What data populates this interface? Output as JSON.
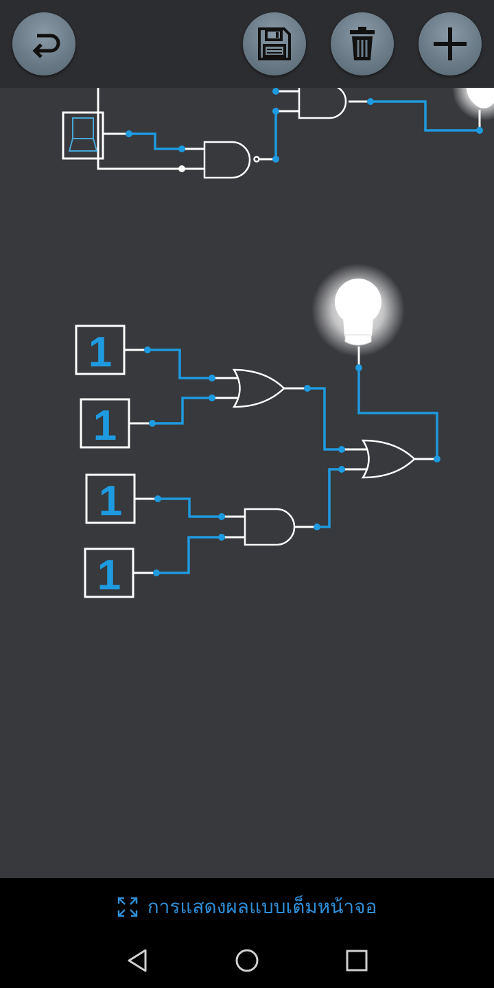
{
  "toolbar": {
    "buttons": [
      {
        "name": "undo",
        "icon": "undo-icon"
      },
      {
        "name": "save",
        "icon": "save-icon"
      },
      {
        "name": "delete",
        "icon": "trash-icon"
      },
      {
        "name": "add",
        "icon": "plus-icon"
      }
    ]
  },
  "circuit": {
    "inputs": [
      "1",
      "1",
      "1",
      "1"
    ],
    "gates": [
      "AND",
      "NAND",
      "OR",
      "AND",
      "OR"
    ],
    "lamps": [
      "on",
      "on"
    ],
    "wire_color": "#1e9be0",
    "gate_color": "#ffffff"
  },
  "bottom_bar": {
    "fullscreen_label": "การแสดงผลแบบเต็มหน้าจอ",
    "accent_color": "#2f8fd8"
  },
  "nav": {
    "back": "back-icon",
    "home": "home-icon",
    "recents": "recents-icon"
  }
}
